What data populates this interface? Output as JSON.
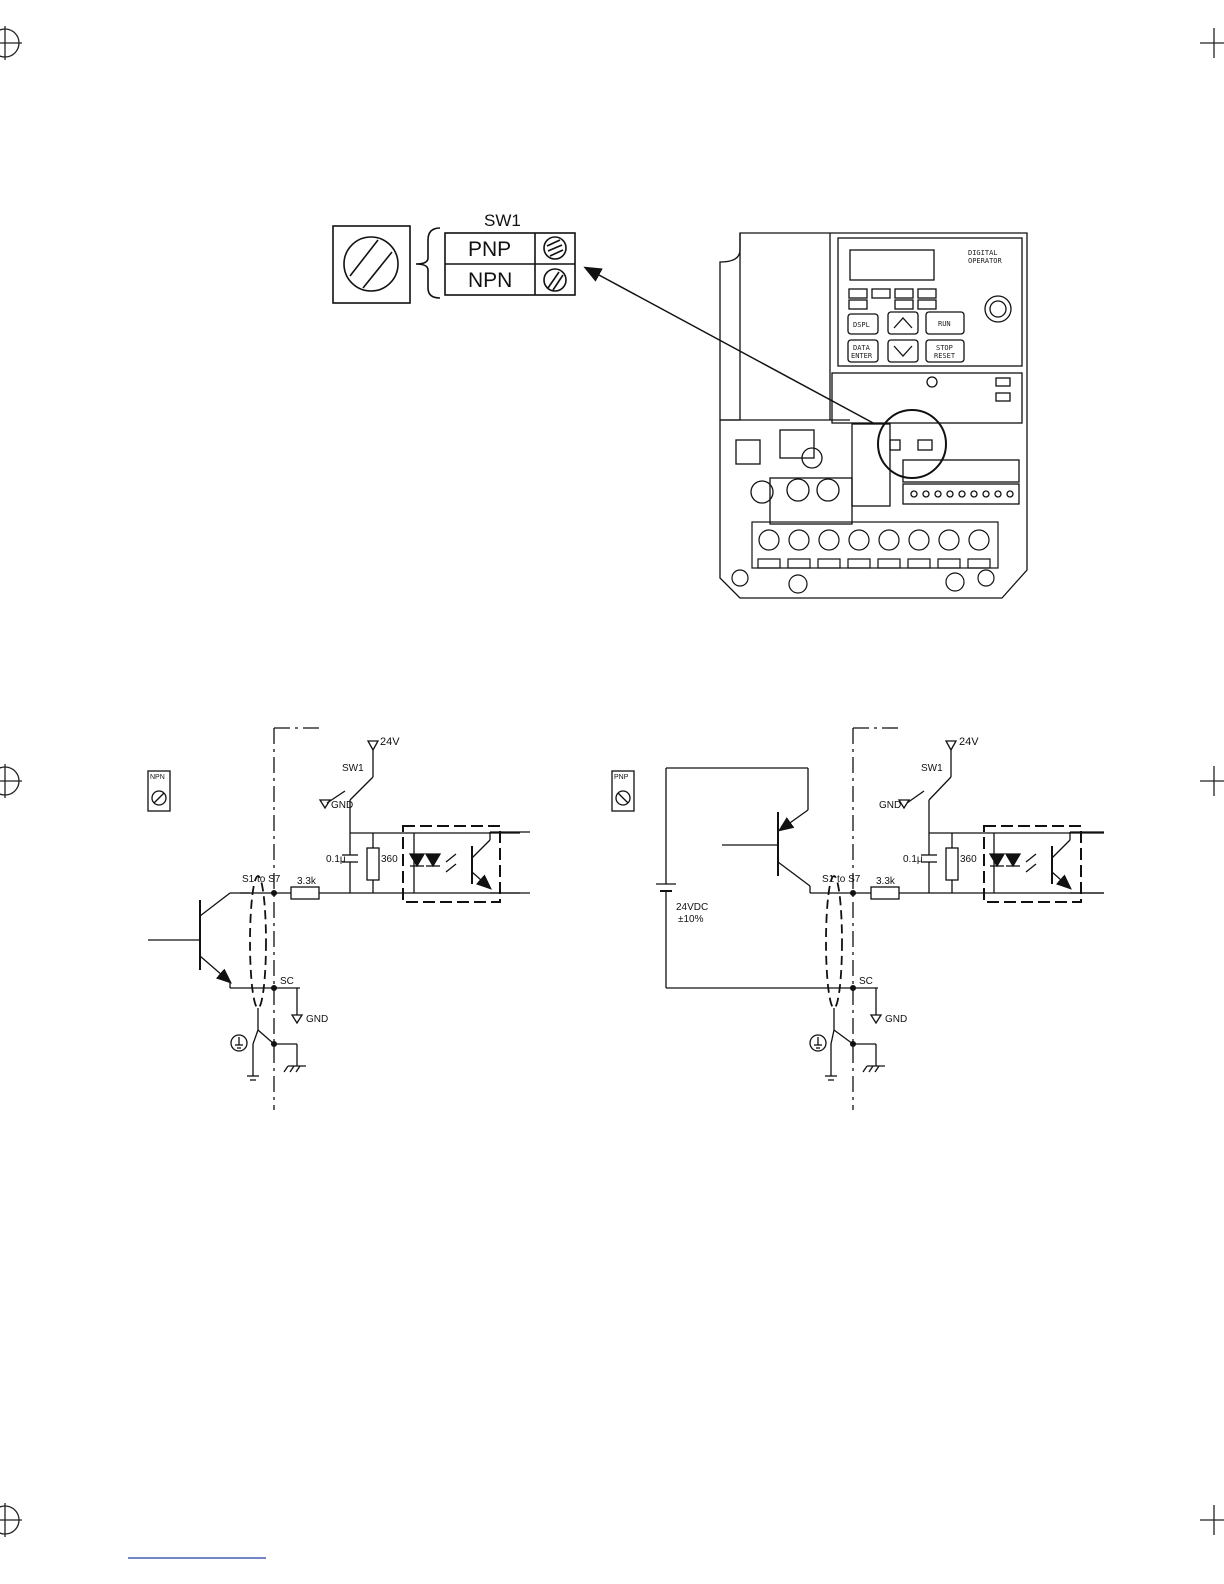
{
  "switch_detail": {
    "title": "SW1",
    "upper_position": "PNP",
    "lower_position": "NPN"
  },
  "inverter": {
    "operator_label_line1": "DIGITAL",
    "operator_label_line2": "OPERATOR",
    "key_dsp": "DSPL",
    "key_data_enter_line1": "DATA",
    "key_data_enter_line2": "ENTER",
    "key_run": "RUN",
    "key_stop_reset_line1": "STOP",
    "key_stop_reset_line2": "RESET"
  },
  "circuit_left": {
    "switch_badge": "NPN",
    "supply_voltage": "24V",
    "switch_label": "SW1",
    "gnd_label": "GND",
    "capacitor_label": "0.1μ",
    "resistor_label": "360",
    "input_resistor_label": "3.3k",
    "terminal_input": "S1 to S7",
    "terminal_common": "SC",
    "ground_label": "GND"
  },
  "circuit_right": {
    "switch_badge": "PNP",
    "supply_voltage": "24V",
    "switch_label": "SW1",
    "gnd_label": "GND",
    "capacitor_label": "0.1μ",
    "resistor_label": "360",
    "input_resistor_label": "3.3k",
    "terminal_input": "S1 to S7",
    "terminal_common": "SC",
    "ground_label": "GND",
    "external_supply_line1": "24VDC",
    "external_supply_line2": "±10%"
  }
}
